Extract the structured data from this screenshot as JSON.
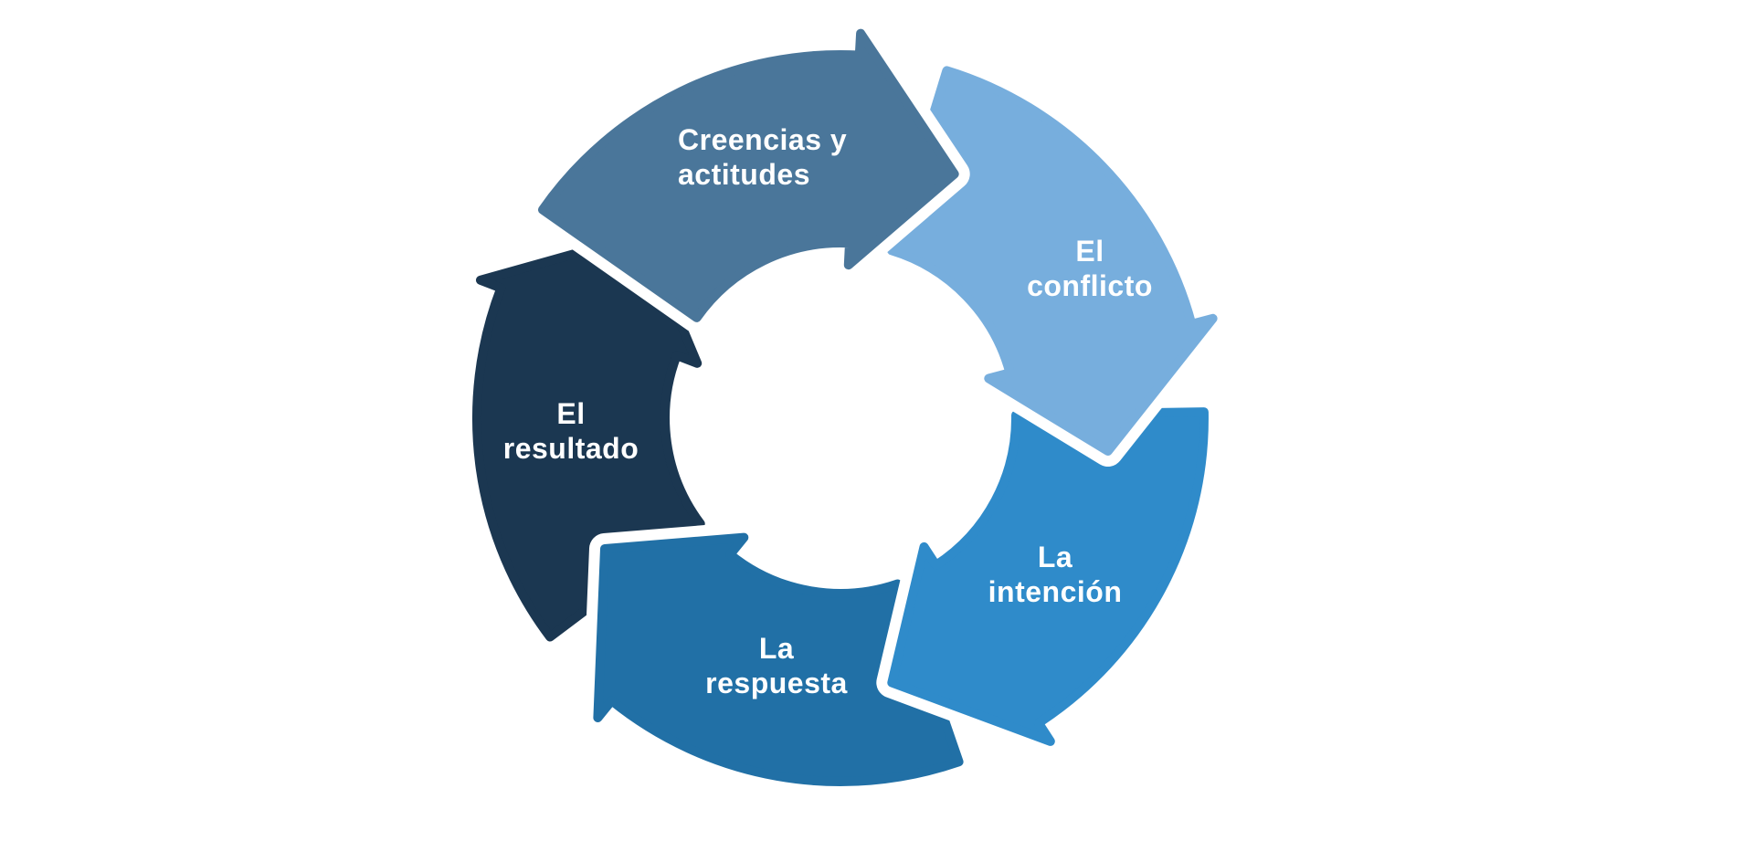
{
  "diagram": {
    "kind": "cycle-arrows",
    "background_color": "#ffffff",
    "outline_color": "#ffffff",
    "label_text_color": "#ffffff",
    "direction": "clockwise",
    "arrows": [
      {
        "name": "creencias-y-actitudes",
        "label": "Creencias y\nactitudes",
        "color": "#4a769a"
      },
      {
        "name": "el-conflicto",
        "label": "El\nconflicto",
        "color": "#77aedd"
      },
      {
        "name": "la-intencion",
        "label": "La\nintención",
        "color": "#2f8bca"
      },
      {
        "name": "la-respuesta",
        "label": "La\nrespuesta",
        "color": "#2170a6"
      },
      {
        "name": "el-resultado",
        "label": "El\nresultado",
        "color": "#1b3751"
      }
    ]
  }
}
